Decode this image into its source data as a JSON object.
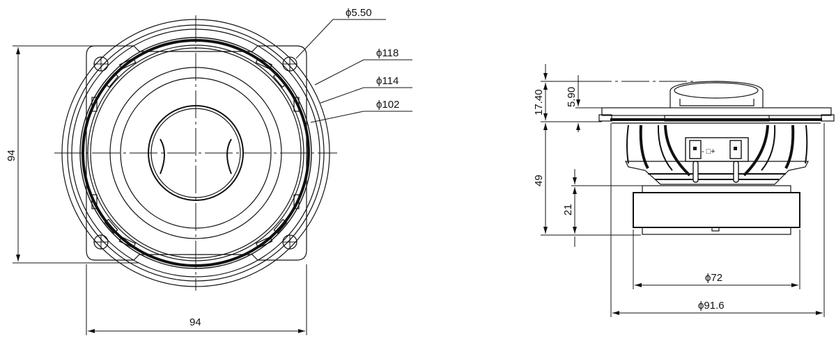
{
  "front_view": {
    "dims": {
      "hole": "ϕ5.50",
      "outer": "ϕ118",
      "middle": "ϕ114",
      "inner": "ϕ102",
      "height": "94",
      "width": "94"
    }
  },
  "side_view": {
    "dims": {
      "total_top": "17.40",
      "dome": "5.90",
      "depth": "49",
      "magnet": "21",
      "magnet_dia": "ϕ72",
      "basket_dia": "ϕ91.6"
    },
    "terminal_label": "- □+"
  }
}
